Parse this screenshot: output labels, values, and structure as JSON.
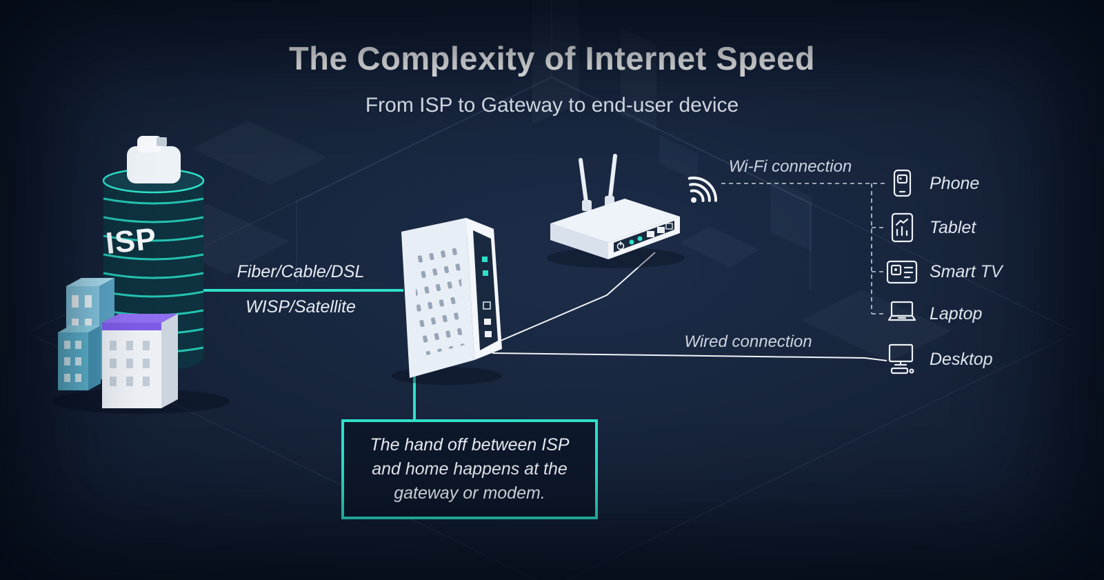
{
  "title": "The Complexity of Internet Speed",
  "subtitle": "From ISP to Gateway to end-user device",
  "isp_building": {
    "label": "ISP"
  },
  "isp_link": {
    "label_top": "Fiber/Cable/DSL",
    "label_bottom": "WISP/Satellite"
  },
  "wifi_link": {
    "label": "Wi-Fi connection"
  },
  "wired_link": {
    "label": "Wired connection"
  },
  "devices": [
    {
      "id": "phone",
      "label": "Phone"
    },
    {
      "id": "tablet",
      "label": "Tablet"
    },
    {
      "id": "smart-tv",
      "label": "Smart TV"
    },
    {
      "id": "laptop",
      "label": "Laptop"
    },
    {
      "id": "desktop",
      "label": "Desktop"
    }
  ],
  "callout": {
    "text": "The hand off between ISP and home happens at the gateway or modem."
  },
  "colors": {
    "accent_teal": "#2ee0c9",
    "background_navy": "#101b2d",
    "text_white": "#ffffff",
    "purple_accent": "#8f6ff0",
    "blue_building": "#85c7e0"
  }
}
